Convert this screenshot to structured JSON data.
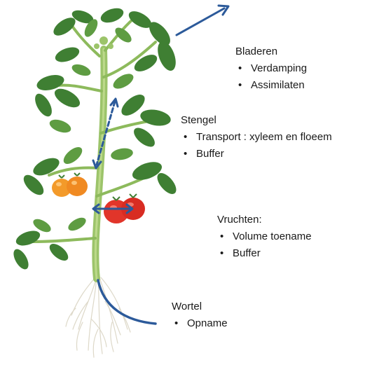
{
  "colors": {
    "arrow": "#2c5a9a",
    "leaf_dark": "#2f6b2a",
    "leaf_mid": "#4f8f3a",
    "leaf_light": "#7fb457",
    "stem": "#9cc46a",
    "fruit_red": "#e1352a",
    "fruit_orange": "#f39a2a",
    "root": "#e6e2d6"
  },
  "labels": {
    "leaves": {
      "title": "Bladeren",
      "bullets": [
        "Verdamping",
        "Assimilaten"
      ]
    },
    "stem": {
      "title": "Stengel",
      "bullets": [
        "Transport : xyleem en floeem",
        "Buffer"
      ]
    },
    "fruit": {
      "title": "Vruchten:",
      "bullets": [
        "Volume toename",
        "Buffer"
      ]
    },
    "root": {
      "title": "Wortel",
      "bullets": [
        "Opname"
      ]
    }
  },
  "bullet_char": "•"
}
